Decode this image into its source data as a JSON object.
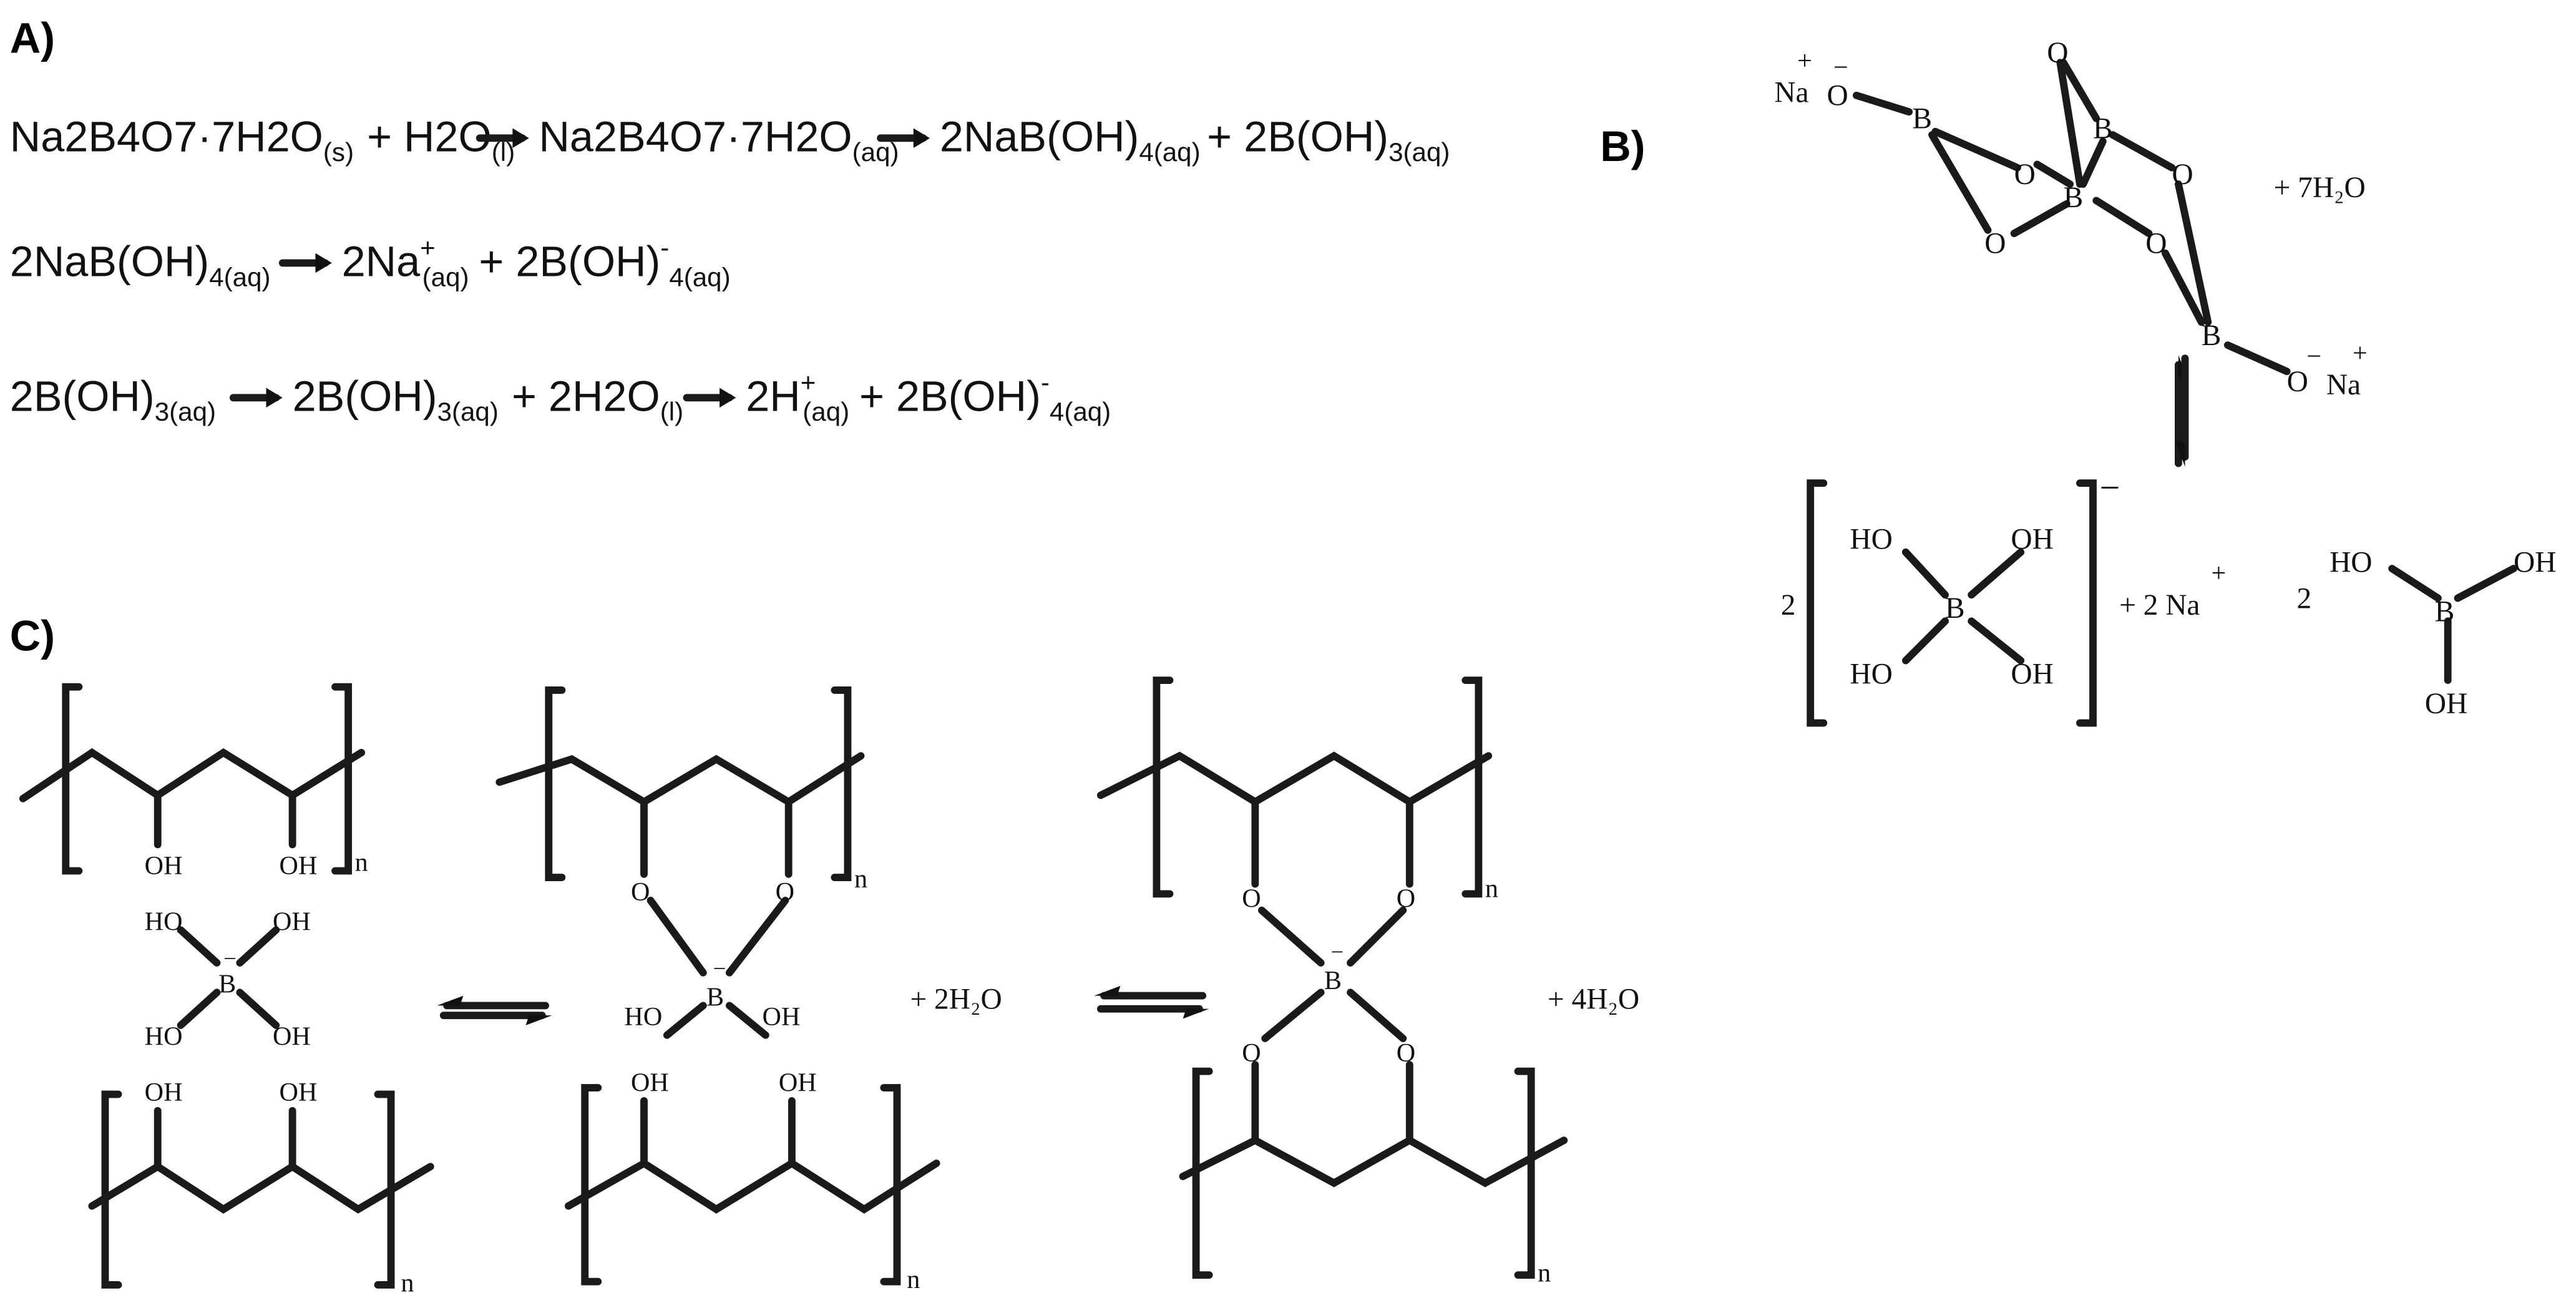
{
  "panels": {
    "a_label": "A)",
    "b_label": "B)",
    "c_label": "C)"
  },
  "equations": {
    "eq1": {
      "na2b4o7": "Na2B4O7·7H2O",
      "state_s": "(s)",
      "plus_water": "+ H2O",
      "state_l": "(l)",
      "na2b4o7_aq": "Na2B4O7·7H2O",
      "state_aq1": "(aq)",
      "nab_oh4": "2NaB(OH)",
      "sub_4aq": "4(aq)",
      "plus_b_oh3": "+ 2B(OH)",
      "sub_3aq": "3(aq)"
    },
    "eq2": {
      "left": "2NaB(OH)",
      "left_sub": "4(aq)",
      "na": "2Na",
      "na_sup": "+",
      "na_sub": "(aq)",
      "borate": "+ 2B(OH)",
      "borate_sup": "-",
      "borate_sub": "4(aq)"
    },
    "eq3": {
      "left": "2B(OH)",
      "left_sub": "3(aq)",
      "mid": "2B(OH)",
      "mid_sub": "3(aq)",
      "water": "+ 2H2O",
      "water_sub": "(l)",
      "h": "2H",
      "h_sup": "+",
      "h_sub": "(aq)",
      "borate": "+ 2B(OH)",
      "borate_sup": "-",
      "borate_sub": "4(aq)"
    }
  },
  "panel_b": {
    "na_top": "Na",
    "na_bottom": "Na",
    "plus_sign": "+",
    "minus_sign": "−",
    "o": "O",
    "b": "B",
    "plus_7h2o": "+ 7H₂O",
    "coef_2a": "2",
    "coef_2b": "2",
    "plus_2na": "+ 2 Na",
    "oh": "OH",
    "ho": "HO",
    "bracket_charge": "−"
  },
  "panel_c": {
    "oh": "OH",
    "ho": "HO",
    "o": "O",
    "b": "B",
    "b_minus": "−",
    "n": "n",
    "plus_2h2o": "+ 2H₂O",
    "plus_4h2o": "+ 4H₂O"
  },
  "colors": {
    "ink": "#111111"
  }
}
